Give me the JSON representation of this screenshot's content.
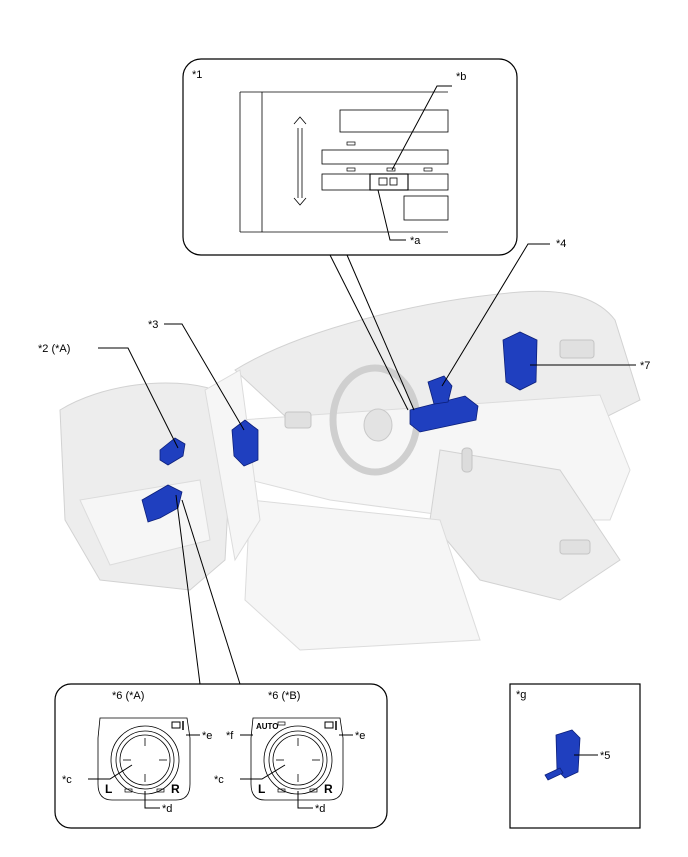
{
  "labels": {
    "l1": "*1",
    "la": "*a",
    "lb": "*b",
    "l2": "*2 (*A)",
    "l3": "*3",
    "l4": "*4",
    "l5": "*5",
    "l7": "*7",
    "lg": "*g",
    "l6a": "*6 (*A)",
    "l6b": "*6 (*B)",
    "lc1": "*c",
    "ld1": "*d",
    "le1": "*e",
    "lc2": "*c",
    "ld2": "*d",
    "le2": "*e",
    "lf": "*f"
  },
  "switch_marks": {
    "auto": "AUTO",
    "left": "L",
    "right": "R"
  },
  "colors": {
    "highlight_part": "#1f3fbf",
    "ghost_interior": "#ededed"
  }
}
